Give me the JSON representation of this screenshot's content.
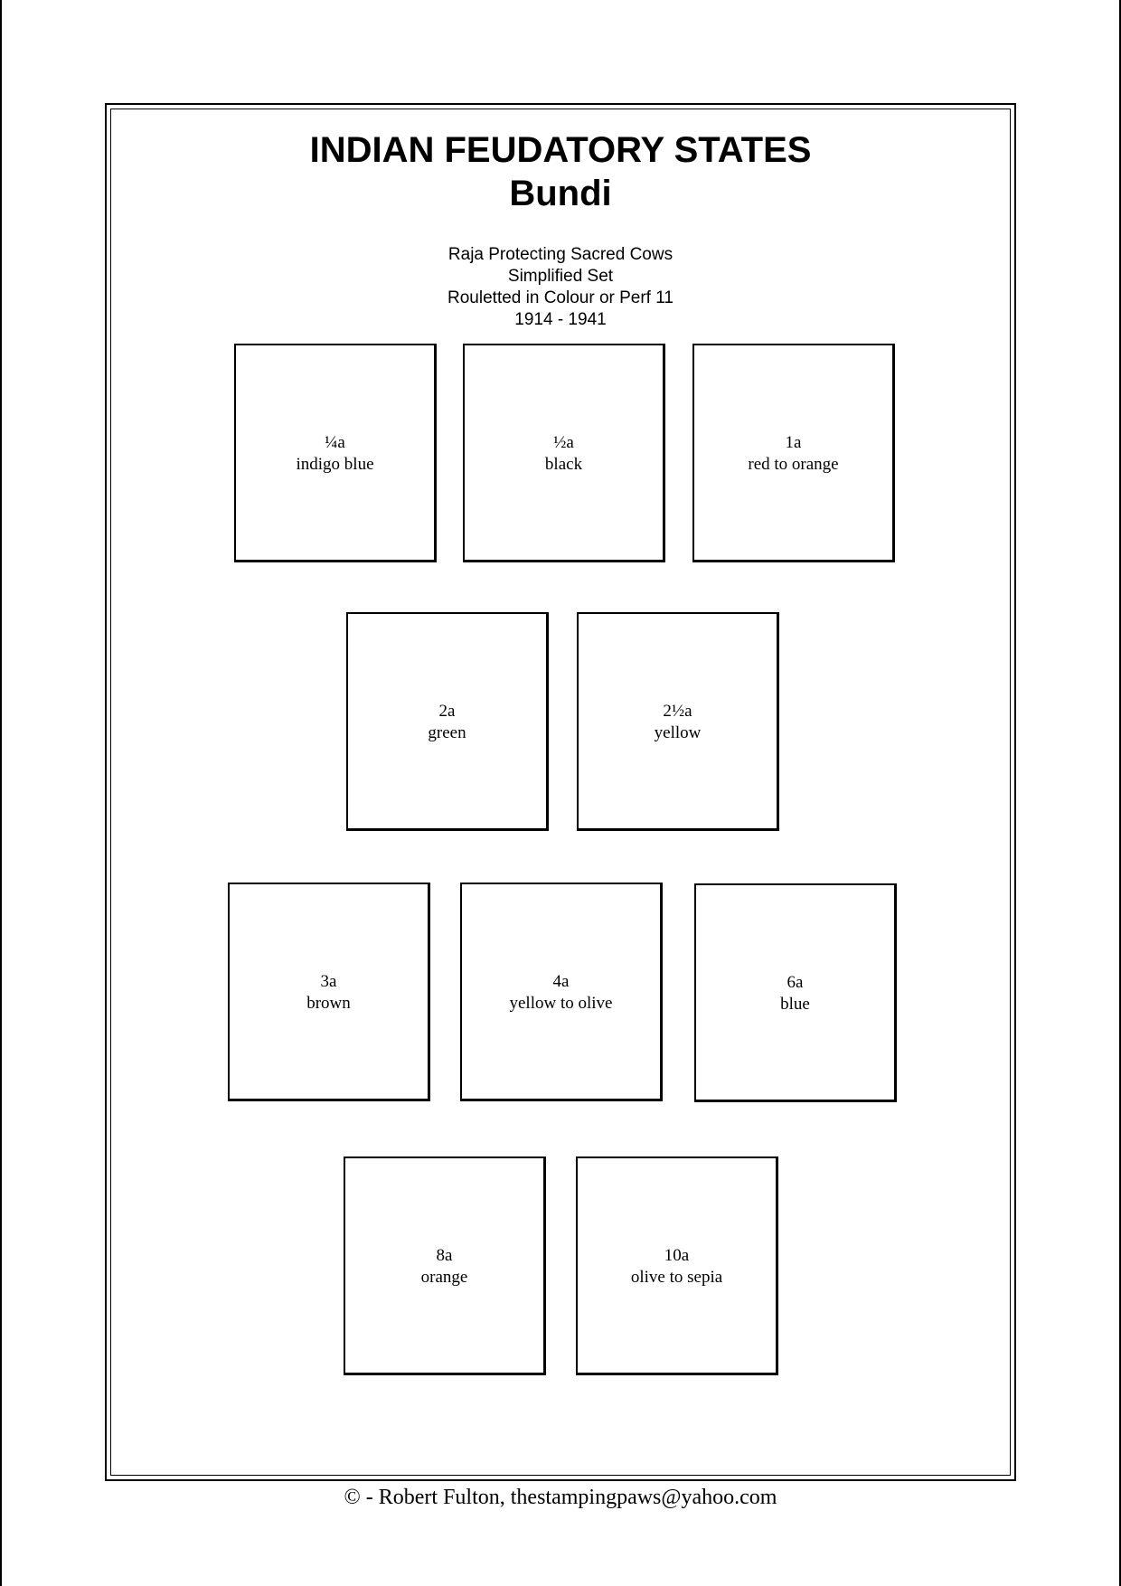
{
  "header": {
    "title": "INDIAN FEUDATORY STATES",
    "subtitle": "Bundi"
  },
  "description": [
    "Raja Protecting Sacred Cows",
    "Simplified Set",
    "Rouletted in Colour or Perf 11",
    "1914 - 1941"
  ],
  "stamps": [
    {
      "value": "¼a",
      "colour": "indigo blue"
    },
    {
      "value": "½a",
      "colour": "black"
    },
    {
      "value": "1a",
      "colour": "red to orange"
    },
    {
      "value": "2a",
      "colour": "green"
    },
    {
      "value": "2½a",
      "colour": "yellow"
    },
    {
      "value": "3a",
      "colour": "brown"
    },
    {
      "value": "4a",
      "colour": "yellow to olive"
    },
    {
      "value": "6a",
      "colour": "blue"
    },
    {
      "value": "8a",
      "colour": "orange"
    },
    {
      "value": "10a",
      "colour": "olive to sepia"
    }
  ],
  "footer": {
    "copyright": "© -  Robert Fulton, thestampingpaws@yahoo.com"
  }
}
